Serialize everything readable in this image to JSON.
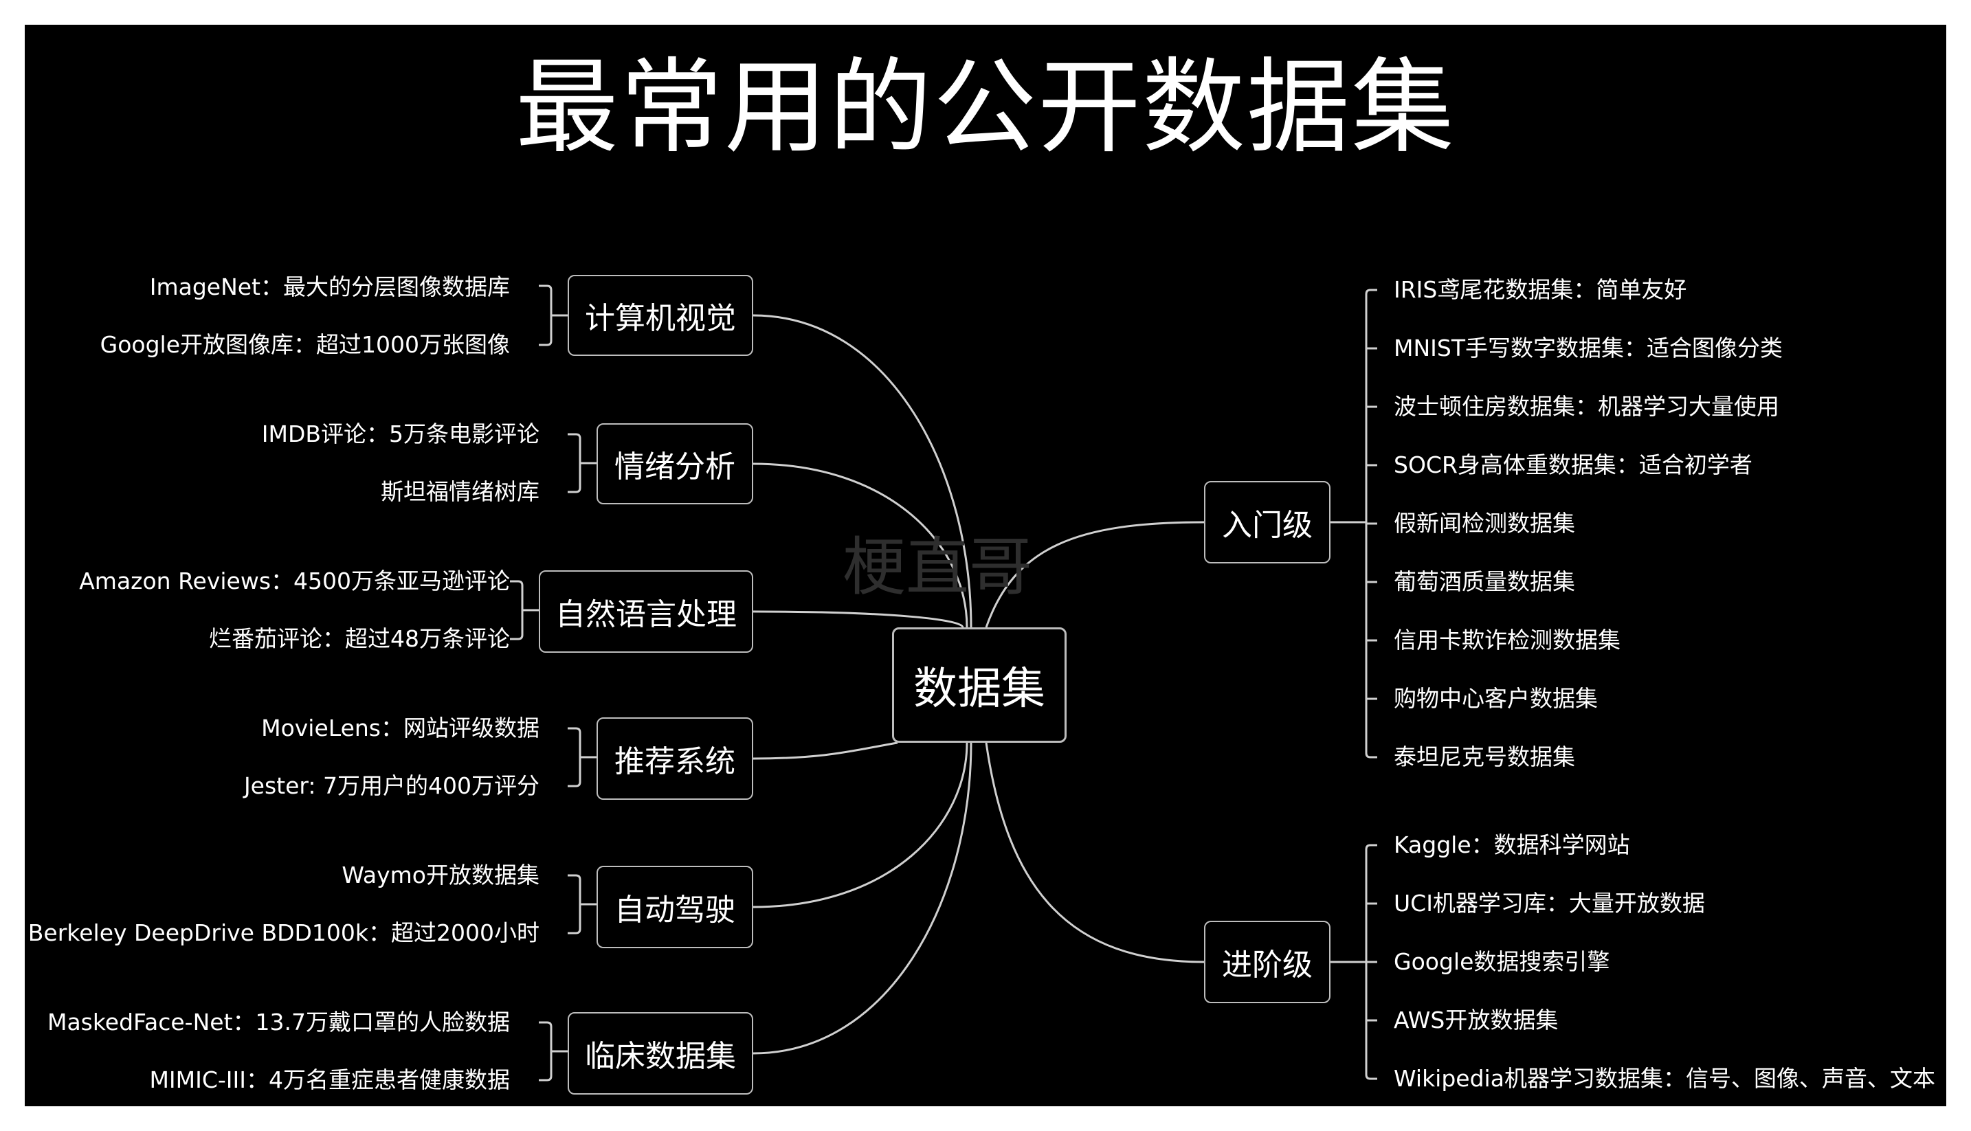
{
  "title": "最常用的公开数据集",
  "watermark": "梗直哥",
  "center": "数据集",
  "left_branches": [
    {
      "label": "计算机视觉",
      "items": [
        "ImageNet：最大的分层图像数据库",
        "Google开放图像库：超过1000万张图像"
      ]
    },
    {
      "label": "情绪分析",
      "items": [
        "IMDB评论：5万条电影评论",
        "斯坦福情绪树库"
      ]
    },
    {
      "label": "自然语言处理",
      "items": [
        "Amazon Reviews：4500万条亚马逊评论",
        "烂番茄评论：超过48万条评论"
      ]
    },
    {
      "label": "推荐系统",
      "items": [
        "MovieLens：网站评级数据",
        "Jester: 7万用户的400万评分"
      ]
    },
    {
      "label": "自动驾驶",
      "items": [
        "Waymo开放数据集",
        "Berkeley DeepDrive BDD100k：超过2000小时"
      ]
    },
    {
      "label": "临床数据集",
      "items": [
        "MaskedFace-Net：13.7万戴口罩的人脸数据",
        "MIMIC-III：4万名重症患者健康数据"
      ]
    }
  ],
  "right_branches": [
    {
      "label": "入门级",
      "items": [
        "IRIS鸢尾花数据集：简单友好",
        "MNIST手写数字数据集：适合图像分类",
        "波士顿住房数据集：机器学习大量使用",
        "SOCR身高体重数据集：适合初学者",
        "假新闻检测数据集",
        "葡萄酒质量数据集",
        "信用卡欺诈检测数据集",
        "购物中心客户数据集",
        "泰坦尼克号数据集"
      ]
    },
    {
      "label": "进阶级",
      "items": [
        "Kaggle：数据科学网站",
        "UCI机器学习库：大量开放数据",
        "Google数据搜索引擎",
        "AWS开放数据集",
        "Wikipedia机器学习数据集：信号、图像、声音、文本"
      ]
    }
  ]
}
